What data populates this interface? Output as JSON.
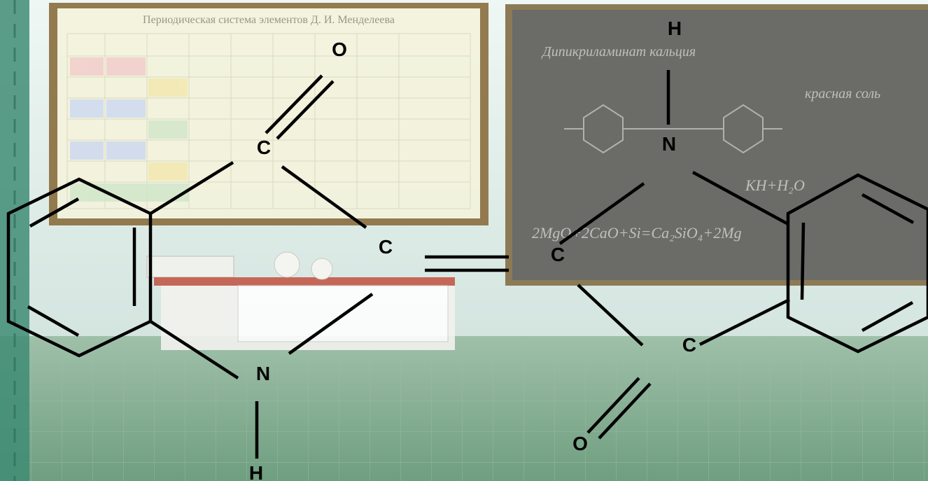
{
  "molecule": {
    "atoms": [
      {
        "label": "O"
      },
      {
        "label": "C"
      },
      {
        "label": "C"
      },
      {
        "label": "N"
      },
      {
        "label": "H"
      },
      {
        "label": "H"
      },
      {
        "label": "N"
      },
      {
        "label": "C"
      },
      {
        "label": "C"
      },
      {
        "label": "O"
      }
    ]
  },
  "background": {
    "table_title": "Периодическая система элементов Д. И. Менделеева",
    "board_title": "Дипикриламинат кальция",
    "board_note": "красная соль",
    "board_equation_1": "KH+H₂O",
    "board_equation_2": "2MgO+2CaO+Si=Ca₂SiO₄+2Mg"
  },
  "colors": {
    "bond": "#000000",
    "label": "#000000",
    "board": "#6a6a6a",
    "floor": "#7fa88d",
    "wall": "#dfeee9",
    "pillar": "#3d8a73"
  }
}
